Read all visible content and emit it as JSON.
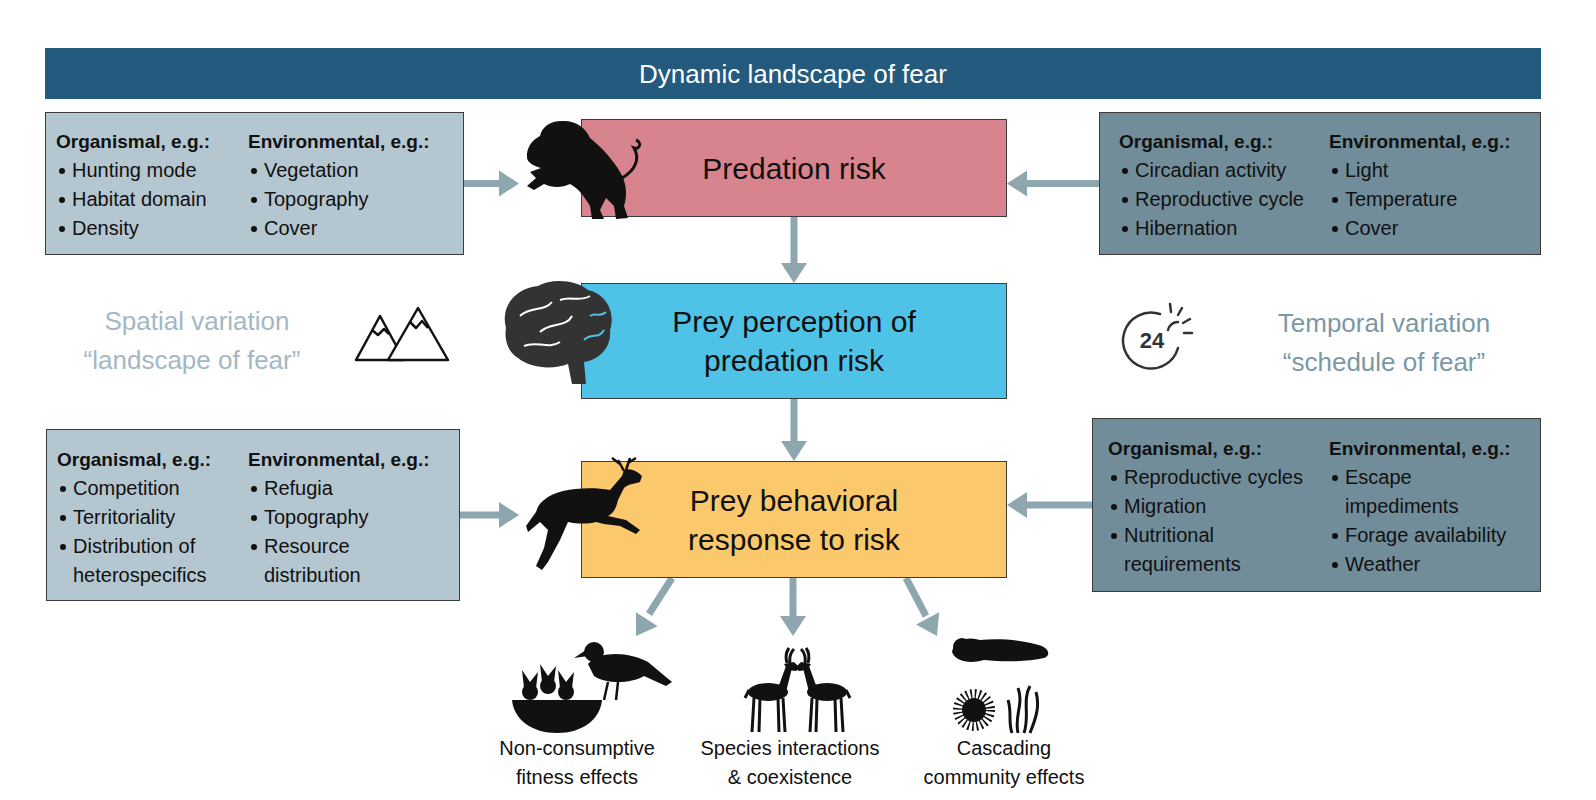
{
  "diagram": {
    "title": "Dynamic landscape of fear",
    "nodes": [
      {
        "text": [
          "Organismal, e.g.:",
          "Hunting mode",
          "Habitat domain",
          "Density",
          "Environmental, e.g.:",
          "Vegetation",
          "Topography",
          "Cover"
        ]
      },
      {
        "text": [
          "Predation risk"
        ]
      },
      {
        "text": [
          "Organismal, e.g.:",
          "Circadian activity",
          "Reproductive cycle",
          "Hibernation",
          "Environmental, e.g.:",
          "Light",
          "Temperature",
          "Cover"
        ]
      },
      {
        "text": [
          "Prey perception of predation risk"
        ]
      },
      {
        "text": [
          "Organismal, e.g.:",
          "Competition",
          "Territoriality",
          "Distribution of heterospecifics",
          "Environmental, e.g.:",
          "Refugia",
          "Topography",
          "Resource distribution"
        ]
      },
      {
        "text": [
          "Prey behavioral response to risk"
        ]
      },
      {
        "text": [
          "Organismal, e.g.:",
          "Reproductive cycles",
          "Migration",
          "Nutritional requirements",
          "Environmental, e.g.:",
          "Escape impediments",
          "Forage availability",
          "Weather"
        ]
      }
    ],
    "edges": [
      {
        "from": 0,
        "to": 1,
        "arrow": "to"
      },
      {
        "from": 2,
        "to": 1,
        "arrow": "to"
      },
      {
        "from": 1,
        "to": 3,
        "arrow": "to"
      },
      {
        "from": 3,
        "to": 5,
        "arrow": "to"
      },
      {
        "from": 4,
        "to": 5,
        "arrow": "to"
      },
      {
        "from": 6,
        "to": 5,
        "arrow": "to"
      }
    ],
    "labels": [
      "Spatial variation",
      "“landscape of fear”",
      "24",
      "Temporal variation",
      "“schedule of fear”",
      "Non-consumptive fitness effects",
      "Species interactions & coexistence",
      "Cascading community effects"
    ]
  }
}
